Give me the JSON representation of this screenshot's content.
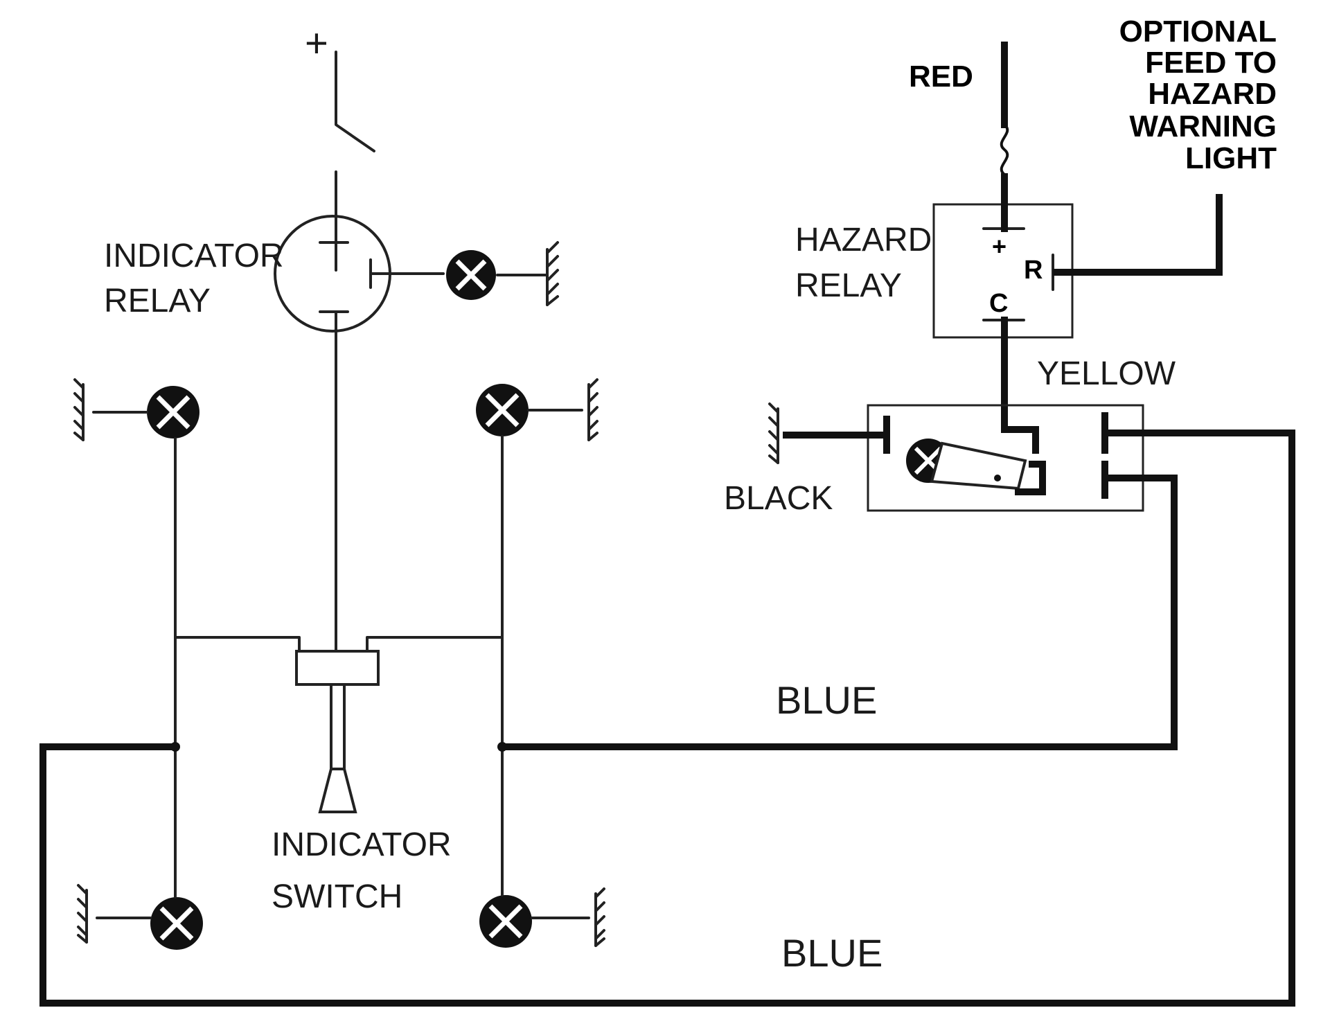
{
  "labels": {
    "plus_sign": "+",
    "indicator_relay_line1": "INDICATOR",
    "indicator_relay_line2": "RELAY",
    "indicator_switch_line1": "INDICATOR",
    "indicator_switch_line2": "SWITCH",
    "hazard_relay_line1": "HAZARD",
    "hazard_relay_line2": "RELAY",
    "red": "RED",
    "optional_line1": "OPTIONAL",
    "optional_line2": "FEED TO",
    "optional_line3": "HAZARD",
    "optional_line4": "WARNING",
    "optional_line5": "LIGHT",
    "terminal_plus": "+",
    "terminal_r": "R",
    "terminal_c": "C",
    "yellow": "YELLOW",
    "black": "BLACK",
    "blue_upper": "BLUE",
    "blue_lower": "BLUE"
  },
  "colors": {
    "ink": "#111111",
    "background": "#ffffff"
  }
}
